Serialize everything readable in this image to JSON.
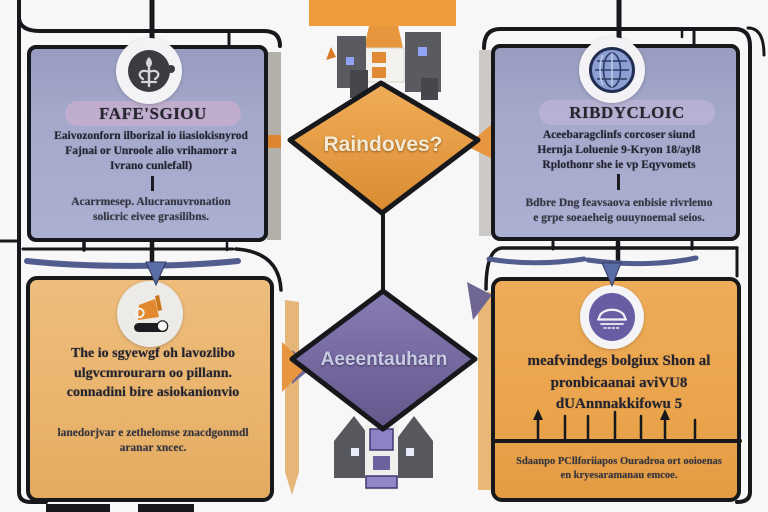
{
  "diagram": {
    "top_left": {
      "title": "FAFE'SGIOU",
      "icon": "fleur-emblem-icon",
      "body": [
        "Eaivozonforn ilborizal io iiasiokisnyrod",
        "Fajnai or Unroole alio vrihamorr a",
        "Ivrano cunlefall)"
      ],
      "note": [
        "Acarrmesep. Alucranuvronation",
        "solicric eivee grasilibns."
      ]
    },
    "top_right": {
      "title": "RIBDYCLOIC",
      "icon": "globe-icon",
      "body": [
        "Aceebaragclinfs corcoser siund",
        "Hernja Loluenie 9-Kryon 18/ayl8",
        "Rplothonr she ie vp Eqyvomets"
      ],
      "note": [
        "Bdbre Dng feavsaova enbisie rivrlemo",
        "e grpe soeaeheig ouuynoemal seios."
      ]
    },
    "decision": {
      "label": "Raindoves?"
    },
    "merge": {
      "label": "Aeeentauharn"
    },
    "bottom_left": {
      "icon": "excavator-icon",
      "body": [
        "The io sgyewgf oh lavozlibo",
        "ulgvcmrourarn oo pillann.",
        "connadini bire asiokanionvio"
      ],
      "note": [
        "lanedorjvar e zethelomse znacdgonmdl",
        "aranar xncec."
      ]
    },
    "bottom_right": {
      "icon": "dome-layers-icon",
      "body": [
        "meafvindegs bolgiux Shon al",
        "pronbicaanai aviVU8",
        "dUAnnnakkifowu 5"
      ],
      "note": [
        "Sdaanpo PCllforiiapos Ouradroa ort ooioenas",
        "en kryesaramanau emcoe."
      ]
    },
    "colors": {
      "lavender_box": "#a1a5c8",
      "orange_box": "#e9b671",
      "orange_box_deep": "#eba44e",
      "diamond_orange": "#e2953d",
      "diamond_purple": "#73669e",
      "connector_blue": "#56608f",
      "line_black": "#17181c",
      "title_highlight": "#c6b0cb"
    }
  }
}
